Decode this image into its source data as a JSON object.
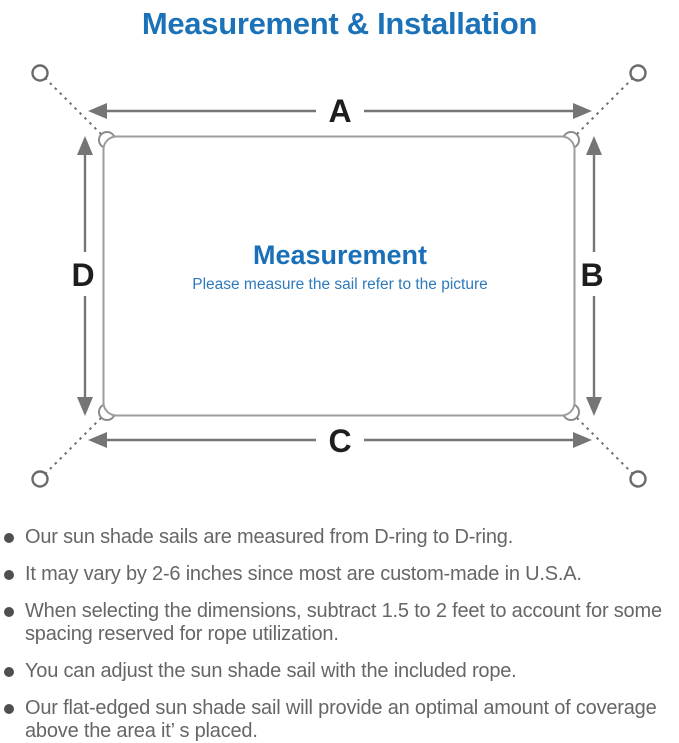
{
  "title": "Measurement & Installation",
  "diagram": {
    "side_labels": {
      "top": "A",
      "right": "B",
      "bottom": "C",
      "left": "D"
    },
    "center_title": "Measurement",
    "center_subtitle": "Please measure the sail refer to the picture"
  },
  "colors": {
    "title_blue": "#1b72b8",
    "center_title_blue": "#1a70b8",
    "center_subtitle_blue": "#2e7abd",
    "arrow_gray": "#757575",
    "sail_edge_gray": "#9d9d9d",
    "ring_gray": "#6a6a6a",
    "dim_label_black": "#1e1e1e",
    "note_text_gray": "#666666",
    "bullet_gray": "#4f4f4f"
  },
  "notes": {
    "items": [
      "Our sun shade sails are measured from D-ring to D-ring.",
      "It may vary by 2-6 inches since most are custom-made in U.S.A.",
      "When selecting the dimensions, subtract 1.5 to 2 feet to account for some spacing reserved for rope utilization.",
      "You can adjust the sun shade sail with the included rope.",
      "Our flat-edged sun shade sail will provide an optimal amount of coverage above the area it’ s placed."
    ]
  }
}
